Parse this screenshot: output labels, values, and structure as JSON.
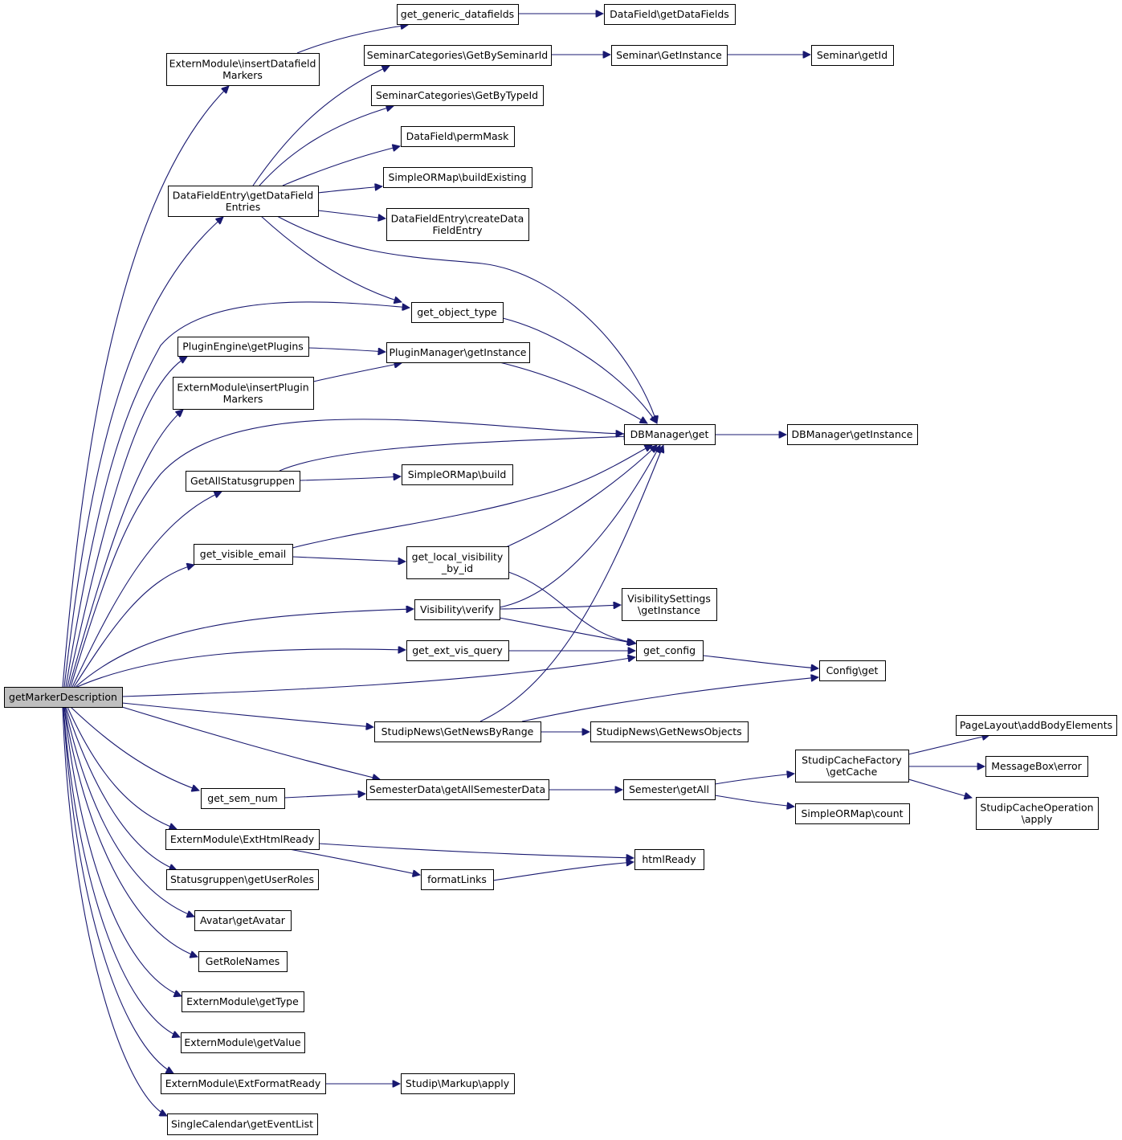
{
  "diagram": {
    "type": "call-graph",
    "root": "getMarkerDescription",
    "nodes": [
      {
        "id": "root",
        "lines": [
          "getMarkerDescription"
        ]
      },
      {
        "id": "insDFM",
        "lines": [
          "ExternModule\\insertDatafield",
          "Markers"
        ]
      },
      {
        "id": "dfeGet",
        "lines": [
          "DataFieldEntry\\getDataField",
          "Entries"
        ]
      },
      {
        "id": "pluginsGet",
        "lines": [
          "PluginEngine\\getPlugins"
        ]
      },
      {
        "id": "insPM",
        "lines": [
          "ExternModule\\insertPlugin",
          "Markers"
        ]
      },
      {
        "id": "allStatus",
        "lines": [
          "GetAllStatusgruppen"
        ]
      },
      {
        "id": "visEmail",
        "lines": [
          "get_visible_email"
        ]
      },
      {
        "id": "semNum",
        "lines": [
          "get_sem_num"
        ]
      },
      {
        "id": "extHtml",
        "lines": [
          "ExternModule\\ExtHtmlReady"
        ]
      },
      {
        "id": "userRoles",
        "lines": [
          "Statusgruppen\\getUserRoles"
        ]
      },
      {
        "id": "avatar",
        "lines": [
          "Avatar\\getAvatar"
        ]
      },
      {
        "id": "roleNames",
        "lines": [
          "GetRoleNames"
        ]
      },
      {
        "id": "getType",
        "lines": [
          "ExternModule\\getType"
        ]
      },
      {
        "id": "getValue",
        "lines": [
          "ExternModule\\getValue"
        ]
      },
      {
        "id": "extFormat",
        "lines": [
          "ExternModule\\ExtFormatReady"
        ]
      },
      {
        "id": "calendar",
        "lines": [
          "SingleCalendar\\getEventList"
        ]
      },
      {
        "id": "genDF",
        "lines": [
          "get_generic_datafields"
        ]
      },
      {
        "id": "bySem",
        "lines": [
          "SeminarCategories\\GetBySeminarId"
        ]
      },
      {
        "id": "byType",
        "lines": [
          "SeminarCategories\\GetByTypeId"
        ]
      },
      {
        "id": "permMask",
        "lines": [
          "DataField\\permMask"
        ]
      },
      {
        "id": "buildExisting",
        "lines": [
          "SimpleORMap\\buildExisting"
        ]
      },
      {
        "id": "createDFE",
        "lines": [
          "DataFieldEntry\\createData",
          "FieldEntry"
        ]
      },
      {
        "id": "objType",
        "lines": [
          "get_object_type"
        ]
      },
      {
        "id": "pmInst",
        "lines": [
          "PluginManager\\getInstance"
        ]
      },
      {
        "id": "ormBuild",
        "lines": [
          "SimpleORMap\\build"
        ]
      },
      {
        "id": "localVis",
        "lines": [
          "get_local_visibility",
          "_by_id"
        ]
      },
      {
        "id": "visVerify",
        "lines": [
          "Visibility\\verify"
        ]
      },
      {
        "id": "extVis",
        "lines": [
          "get_ext_vis_query"
        ]
      },
      {
        "id": "newsRange",
        "lines": [
          "StudipNews\\GetNewsByRange"
        ]
      },
      {
        "id": "allSem",
        "lines": [
          "SemesterData\\getAllSemesterData"
        ]
      },
      {
        "id": "formatLinks",
        "lines": [
          "formatLinks"
        ]
      },
      {
        "id": "markup",
        "lines": [
          "Studip\\Markup\\apply"
        ]
      },
      {
        "id": "dfFields",
        "lines": [
          "DataField\\getDataFields"
        ]
      },
      {
        "id": "semInst",
        "lines": [
          "Seminar\\GetInstance"
        ]
      },
      {
        "id": "dbGet",
        "lines": [
          "DBManager\\get"
        ]
      },
      {
        "id": "visSettings",
        "lines": [
          "VisibilitySettings",
          "\\getInstance"
        ]
      },
      {
        "id": "getConfig",
        "lines": [
          "get_config"
        ]
      },
      {
        "id": "newsObjects",
        "lines": [
          "StudipNews\\GetNewsObjects"
        ]
      },
      {
        "id": "semGetAll",
        "lines": [
          "Semester\\getAll"
        ]
      },
      {
        "id": "htmlReady",
        "lines": [
          "htmlReady"
        ]
      },
      {
        "id": "semGetId",
        "lines": [
          "Seminar\\getId"
        ]
      },
      {
        "id": "dbInst",
        "lines": [
          "DBManager\\getInstance"
        ]
      },
      {
        "id": "configGet",
        "lines": [
          "Config\\get"
        ]
      },
      {
        "id": "cacheFactory",
        "lines": [
          "StudipCacheFactory",
          "\\getCache"
        ]
      },
      {
        "id": "ormCount",
        "lines": [
          "SimpleORMap\\count"
        ]
      },
      {
        "id": "pageLayout",
        "lines": [
          "PageLayout\\addBodyElements"
        ]
      },
      {
        "id": "msgError",
        "lines": [
          "MessageBox\\error"
        ]
      },
      {
        "id": "cacheOp",
        "lines": [
          "StudipCacheOperation",
          "\\apply"
        ]
      }
    ],
    "edges": [
      [
        "root",
        "insDFM"
      ],
      [
        "root",
        "dfeGet"
      ],
      [
        "root",
        "objType"
      ],
      [
        "root",
        "pluginsGet"
      ],
      [
        "root",
        "insPM"
      ],
      [
        "root",
        "dbGet"
      ],
      [
        "root",
        "allStatus"
      ],
      [
        "root",
        "visEmail"
      ],
      [
        "root",
        "visVerify"
      ],
      [
        "root",
        "extVis"
      ],
      [
        "root",
        "getConfig"
      ],
      [
        "root",
        "newsRange"
      ],
      [
        "root",
        "allSem"
      ],
      [
        "root",
        "semNum"
      ],
      [
        "root",
        "extHtml"
      ],
      [
        "root",
        "userRoles"
      ],
      [
        "root",
        "avatar"
      ],
      [
        "root",
        "roleNames"
      ],
      [
        "root",
        "getType"
      ],
      [
        "root",
        "getValue"
      ],
      [
        "root",
        "extFormat"
      ],
      [
        "root",
        "calendar"
      ],
      [
        "insDFM",
        "genDF"
      ],
      [
        "genDF",
        "dfFields"
      ],
      [
        "dfeGet",
        "bySem"
      ],
      [
        "dfeGet",
        "byType"
      ],
      [
        "dfeGet",
        "permMask"
      ],
      [
        "dfeGet",
        "buildExisting"
      ],
      [
        "dfeGet",
        "createDFE"
      ],
      [
        "dfeGet",
        "objType"
      ],
      [
        "dfeGet",
        "dbGet"
      ],
      [
        "bySem",
        "semInst"
      ],
      [
        "semInst",
        "semGetId"
      ],
      [
        "objType",
        "dbGet"
      ],
      [
        "pluginsGet",
        "pmInst"
      ],
      [
        "insPM",
        "pmInst"
      ],
      [
        "pmInst",
        "dbGet"
      ],
      [
        "dbGet",
        "dbInst"
      ],
      [
        "allStatus",
        "dbGet"
      ],
      [
        "allStatus",
        "ormBuild"
      ],
      [
        "visEmail",
        "dbGet"
      ],
      [
        "visEmail",
        "localVis"
      ],
      [
        "localVis",
        "dbGet"
      ],
      [
        "localVis",
        "getConfig"
      ],
      [
        "visVerify",
        "dbGet"
      ],
      [
        "visVerify",
        "visSettings"
      ],
      [
        "visVerify",
        "getConfig"
      ],
      [
        "extVis",
        "getConfig"
      ],
      [
        "getConfig",
        "configGet"
      ],
      [
        "newsRange",
        "dbGet"
      ],
      [
        "newsRange",
        "configGet"
      ],
      [
        "newsRange",
        "newsObjects"
      ],
      [
        "semNum",
        "allSem"
      ],
      [
        "allSem",
        "semGetAll"
      ],
      [
        "semGetAll",
        "cacheFactory"
      ],
      [
        "semGetAll",
        "ormCount"
      ],
      [
        "cacheFactory",
        "pageLayout"
      ],
      [
        "cacheFactory",
        "msgError"
      ],
      [
        "cacheFactory",
        "cacheOp"
      ],
      [
        "extHtml",
        "htmlReady"
      ],
      [
        "extHtml",
        "formatLinks"
      ],
      [
        "formatLinks",
        "htmlReady"
      ],
      [
        "extFormat",
        "markup"
      ]
    ]
  }
}
